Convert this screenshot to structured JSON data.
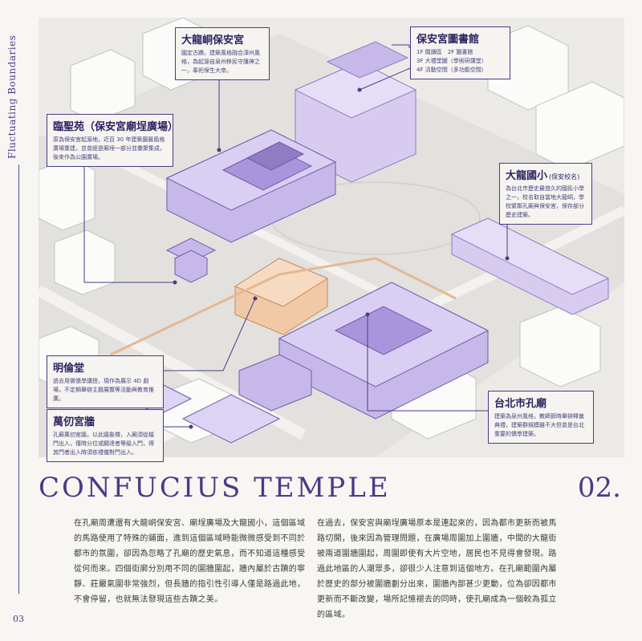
{
  "page": {
    "section_title": "Fluctuating Boundaries",
    "page_number": "03",
    "title": "CONFUCIUS TEMPLE",
    "chapter_number": "02."
  },
  "callouts": {
    "baoan": {
      "title": "大龍峒保安宮",
      "body": "國定古蹟，建築風格融合漳州風格，為起源自泉州移民守護神之一，奉祀保生大帝。"
    },
    "library": {
      "title": "保安宮圖書館",
      "lines": [
        "1F 閱讀區　2F 圖書館",
        "3F 大禮堂圖（學術研講堂）",
        "4F 活動空間（多功能空間）"
      ]
    },
    "plaza": {
      "title": "臨聖苑（保安宮廟埕廣場）",
      "body": "原為保安宮起源地，近百 30 年建築園藝風格廣場重建，並曾經是廟埕一部分並彙聚集成，後來作為公園廣場。"
    },
    "school": {
      "title": "大龍國小",
      "subtitle": "(保安校名)",
      "body": "為台北市歷史最悠久的國民小學之一，校名取自當地大龍峒，學校緊鄰孔廟與保安宮，保存部分歷史建築。"
    },
    "minglun": {
      "title": "明倫堂",
      "body": "過去用做儒學講授，現作為展示 4D 劇場，不定期舉辦主題展覽等活動與教育推廣。"
    },
    "wall": {
      "title": "萬仞宮牆",
      "body": "孔廟萬仞宮牆，以此牆象徵，入廟須從櫺門出入，僅時分位或顯達者等級入門，得其門者出入時須依禮儀對門出入。"
    },
    "temple": {
      "title": "台北市孔廟",
      "body": "建築為泉州風格，教師節時舉辦釋奠典禮，建築群規模雖不大但曾是台北重要的儒學建築。"
    }
  },
  "paragraphs": [
    "在孔廟周遭還有大龍峒保安宮、廟埕廣場及大龍國小，這個區域的馬路使用了特殊的鋪面，進到這個區域時能微微感受到不同於都市的氛圍，卻因為忽略了孔廟的歷史氣息，而不知道這種感受從何而來。四個街廓分別用不同的圍牆圍起，牆內屬於古蹟的寧靜、莊嚴氣圍非常強烈，但長牆的指引性引導人僅是路過此地，不會停留，也就無法發現這些古蹟之美。",
    "在過去，保安宮與廟埕廣場原本是連起來的，因為都市更新而被馬路切開，後來因為管理問題，在廣場周圍加上圍牆，中間的大龍街被兩道圍牆圍起，周圍即使有大片空地，居民也不見得會發現。路過此地區的人潮眾多，卻很少人注意到這個地方。在孔廟範圍內屬於歷史的部分被圍牆劃分出來，圍牆內部甚少更動，位為卻因都市更新而不斷改變，場所記憶褪去的同時，使孔廟成為一個較為孤立的區域。"
  ],
  "colors": {
    "accent": "#4b3a86",
    "purple_fill": "#c7b8ea",
    "orange_fill": "#f1c9a6"
  }
}
